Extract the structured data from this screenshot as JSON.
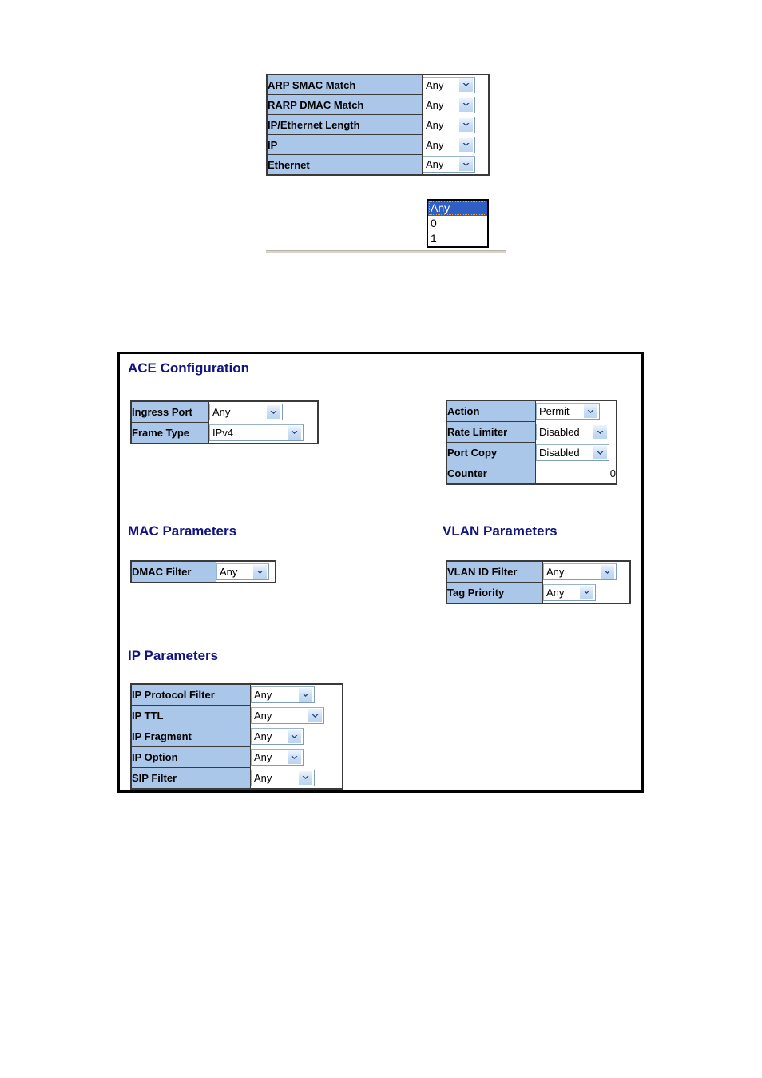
{
  "figure_top": {
    "name": "match-fields-table",
    "rows": [
      {
        "label": "ARP SMAC Match",
        "value": "Any",
        "select_width": "w-sm"
      },
      {
        "label": "RARP DMAC Match",
        "value": "Any",
        "select_width": "w-sm"
      },
      {
        "label": "IP/Ethernet Length",
        "value": "Any",
        "select_width": "w-sm"
      },
      {
        "label": "IP",
        "value": "Any",
        "select_width": "w-sm"
      },
      {
        "label": "Ethernet",
        "value": "Any",
        "select_width": "w-sm"
      }
    ],
    "open_dropdown": {
      "anchor_row": "Ethernet",
      "selected": "Any",
      "options": [
        "Any",
        "0",
        "1"
      ]
    }
  },
  "panel": {
    "title": "ACE Configuration",
    "sections": {
      "mac": "MAC Parameters",
      "vlan": "VLAN Parameters",
      "ip": "IP Parameters"
    },
    "ingress_table": [
      {
        "label": "Ingress Port",
        "value": "Any",
        "type": "select",
        "select_width": "w-lg"
      },
      {
        "label": "Frame Type",
        "value": "IPv4",
        "type": "select",
        "select_width": "w-xxl"
      }
    ],
    "action_table": [
      {
        "label": "Action",
        "value": "Permit",
        "type": "select",
        "select_width": "w-md"
      },
      {
        "label": "Rate Limiter",
        "value": "Disabled",
        "type": "select",
        "select_width": "w-lg"
      },
      {
        "label": "Port Copy",
        "value": "Disabled",
        "type": "select",
        "select_width": "w-lg"
      },
      {
        "label": "Counter",
        "value": "0",
        "type": "text"
      }
    ],
    "mac_table": [
      {
        "label": "DMAC Filter",
        "value": "Any",
        "type": "select",
        "select_width": "w-sm"
      }
    ],
    "vlan_table": [
      {
        "label": "VLAN ID Filter",
        "value": "Any",
        "type": "select",
        "select_width": "w-lg"
      },
      {
        "label": "Tag Priority",
        "value": "Any",
        "type": "select",
        "select_width": "w-sm"
      }
    ],
    "ip_table": [
      {
        "label": "IP Protocol Filter",
        "value": "Any",
        "type": "select",
        "select_width": "w-md"
      },
      {
        "label": "IP TTL",
        "value": "Any",
        "type": "select",
        "select_width": "w-lg"
      },
      {
        "label": "IP Fragment",
        "value": "Any",
        "type": "select",
        "select_width": "w-sm"
      },
      {
        "label": "IP Option",
        "value": "Any",
        "type": "select",
        "select_width": "w-sm"
      },
      {
        "label": "SIP Filter",
        "value": "Any",
        "type": "select",
        "select_width": "w-md"
      }
    ]
  },
  "colors": {
    "header_cell_bg": "#aac6e8",
    "section_title": "#11137f",
    "dropdown_highlight": "#2f5fc4",
    "select_arrow_bg": "#c9ddf4",
    "panel_border": "#000000"
  },
  "icons": {
    "dropdown_arrow": "chevron-down-icon"
  }
}
